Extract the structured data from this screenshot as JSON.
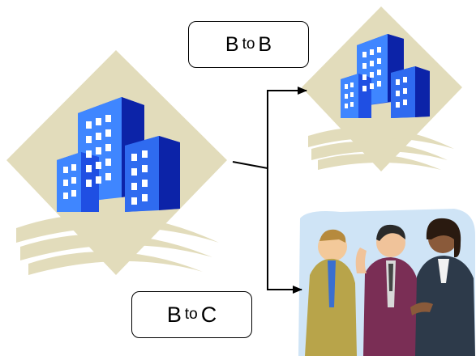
{
  "labels": {
    "b2b": {
      "from": "B",
      "word": "to",
      "to": "B"
    },
    "b2c": {
      "from": "B",
      "word": "to",
      "to": "C"
    }
  },
  "colors": {
    "diamond_bg": "#e2dcbb",
    "building_blue": "#1f4fe3",
    "building_light": "#3f86ff",
    "building_dark": "#0c23a8",
    "window": "#ffffff",
    "connector": "#000000"
  },
  "icons": [
    "building-clipart-icon",
    "building-clipart-icon",
    "business-people-clipart-icon"
  ]
}
